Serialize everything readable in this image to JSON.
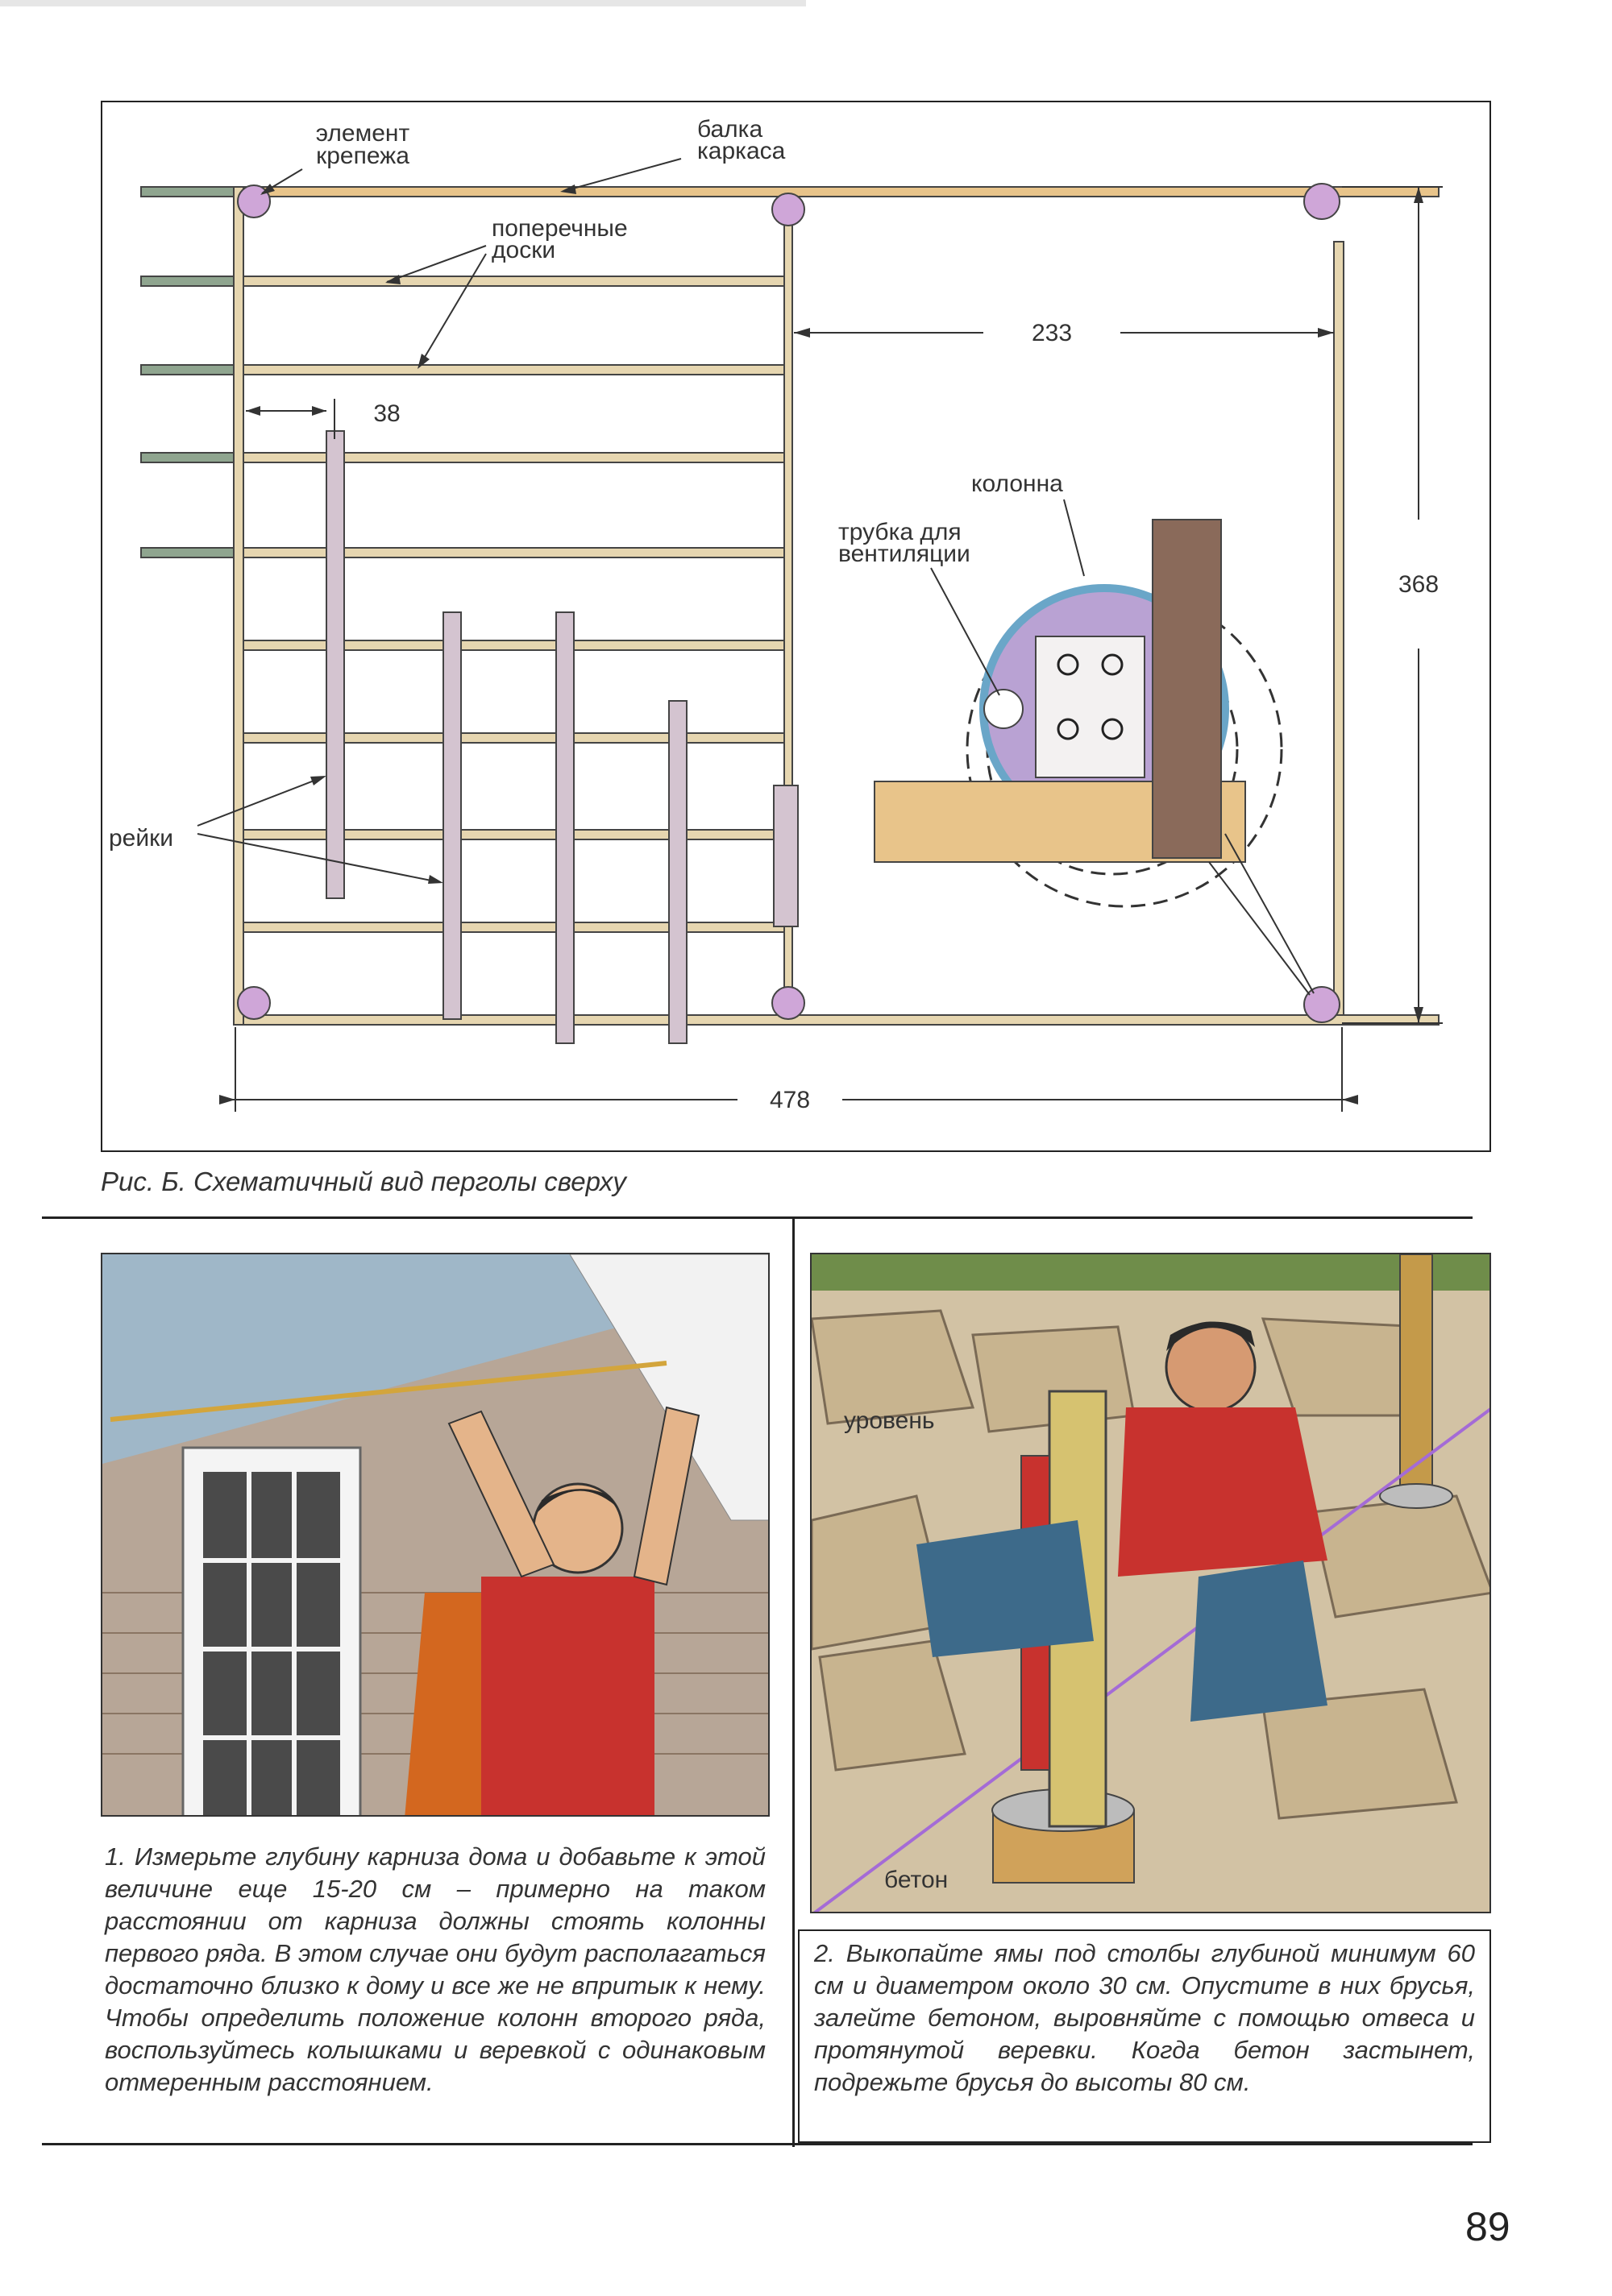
{
  "figure": {
    "labels": {
      "fastener": [
        "элемент",
        "крепежа"
      ],
      "frame_beam": [
        "балка",
        "каркаса"
      ],
      "cross_boards": [
        "поперечные",
        "доски"
      ],
      "slats": "рейки",
      "column": "колонна",
      "vent_pipe": [
        "трубка для",
        "вентиляции"
      ]
    },
    "dimensions": {
      "width": "478",
      "height": "368",
      "span": "233",
      "spacing": "38"
    },
    "caption": "Рис. Б. Схематичный вид перголы сверху"
  },
  "steps": [
    {
      "text": "1. Измерьте глубину карниза дома и добавьте к этой величине еще 15-20 см – примерно на таком расстоянии от карниза должны стоять колонны первого ряда. В этом случае они будут располагаться достаточно близко к дому и все же не впритык к нему. Чтобы определить положение колонн второго ряда, воспользуйтесь колышками и веревкой с одинаковым отмеренным расстоянием."
    },
    {
      "text": "2. Выкопайте ямы под столбы глубиной минимум 60 см и диаметром около 30 см. Опустите в них брусья, залейте бетоном, выровняйте с помощью отвеса и протянутой веревки. Когда бетон застынет, подрежьте брусья до высоты 80 см.",
      "labels": {
        "level": "уровень",
        "concrete": "бетон"
      }
    }
  ],
  "page_number": "89",
  "colors": {
    "beam": "#e8c48a",
    "board": "#e6d6b0",
    "rafter": "#8fa58f",
    "column_pad": "#cfa6d8",
    "slat": "#d4c4d0",
    "post": "#8a6a5a"
  }
}
